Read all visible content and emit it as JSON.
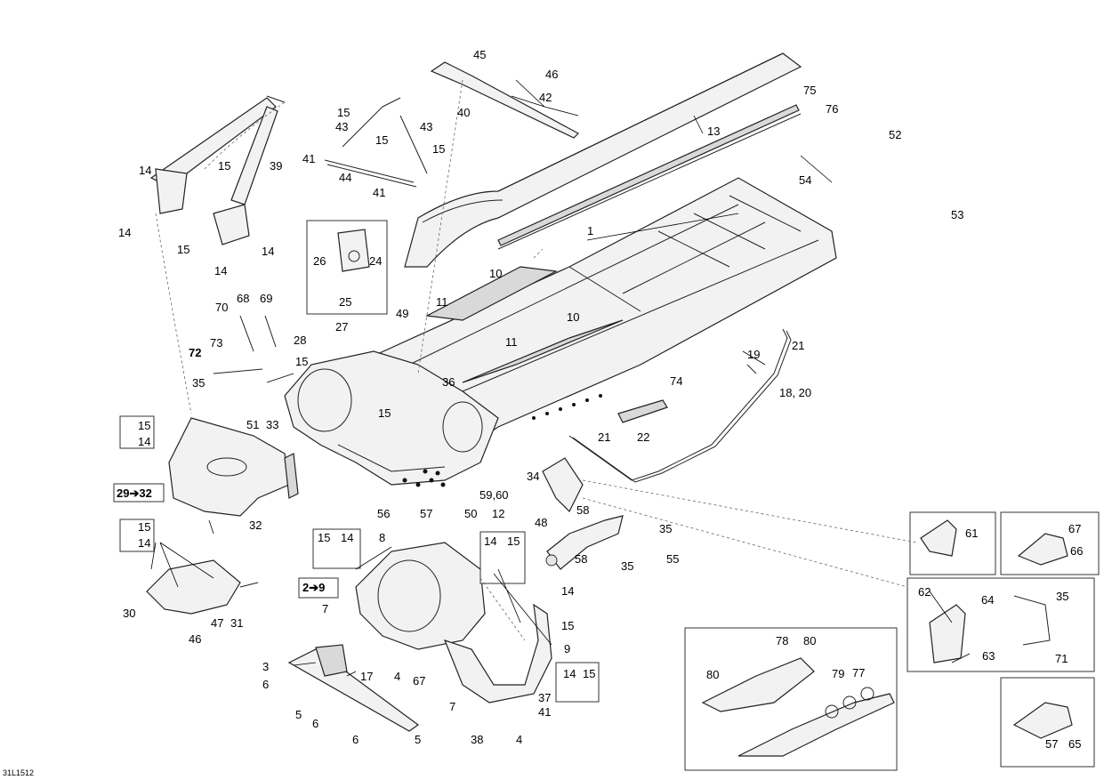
{
  "diagram_code": "31L1512",
  "callouts": {
    "c45": "45",
    "c46a": "46",
    "c42": "42",
    "c40": "40",
    "c43a": "43",
    "c43b": "43",
    "c15a": "15",
    "c15b": "15",
    "c15c": "15",
    "c41a": "41",
    "c44": "44",
    "c41b": "41",
    "c39": "39",
    "c14a": "14",
    "c15d": "15",
    "c14b": "14",
    "c15e": "15",
    "c14c": "14",
    "c14d": "14",
    "c13": "13",
    "c75": "75",
    "c76": "76",
    "c52": "52",
    "c54": "54",
    "c53": "53",
    "c1": "1",
    "c26": "26",
    "c24": "24",
    "c25": "25",
    "c10a": "10",
    "c10b": "10",
    "c11a": "11",
    "c11b": "11",
    "c68": "68",
    "c69": "69",
    "c70": "70",
    "c73": "73",
    "c72": "72",
    "c49": "49",
    "c27": "27",
    "c28": "28",
    "c15f": "15",
    "c35a": "35",
    "c36": "36",
    "c15g": "15",
    "c21a": "21",
    "c19": "19",
    "c18": "18, 20",
    "c74": "74",
    "c22": "22",
    "c21b": "21",
    "c15h": "15",
    "c14e": "14",
    "c51": "51",
    "c33": "33",
    "c2932": "29➔32",
    "c32": "32",
    "c56": "56",
    "c57a": "57",
    "c50": "50",
    "c12": "12",
    "c5960": "59,60",
    "c34": "34",
    "c58a": "58",
    "c58b": "58",
    "c48": "48",
    "c35b": "35",
    "c35c": "35",
    "c55": "55",
    "c61": "61",
    "c67a": "67",
    "c66": "66",
    "c15i": "15",
    "c14f": "14",
    "c30": "30",
    "c46b": "46",
    "c47": "47",
    "c31": "31",
    "c15j": "15",
    "c14g": "14",
    "c8": "8",
    "c14h": "14",
    "c15k": "15",
    "c29": "2➔9",
    "c7a": "7",
    "c14i": "14",
    "c15l": "15",
    "c9": "9",
    "c3": "3",
    "c17": "17",
    "c6a": "6",
    "c4a": "4",
    "c67b": "67",
    "c5a": "5",
    "c6b": "6",
    "c7b": "7",
    "c14j": "14",
    "c15m": "15",
    "c37": "37",
    "c41c": "41",
    "c38": "38",
    "c4b": "4",
    "c6c": "6",
    "c5b": "5",
    "c62": "62",
    "c64": "64",
    "c35d": "35",
    "c63": "63",
    "c71": "71",
    "c78": "78",
    "c80a": "80",
    "c80b": "80",
    "c79": "79",
    "c77": "77",
    "c57b": "57",
    "c65": "65"
  }
}
